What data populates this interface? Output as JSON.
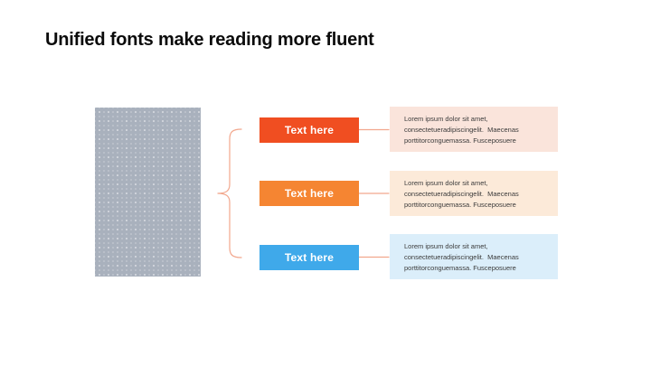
{
  "slide": {
    "title": "Unified fonts make reading more fluent"
  },
  "diagram": {
    "image_placeholder_color": "#a9b1bd",
    "connector_color": "#f2a78d",
    "items": [
      {
        "label": "Text here",
        "button_color": "#f04e21",
        "panel_color": "#fae4db",
        "description": "Lorem ipsum dolor sit amet, consectetueradipiscingelit.  Maecenas porttitorconguemassa. Fusceposuere"
      },
      {
        "label": "Text here",
        "button_color": "#f58532",
        "panel_color": "#fcead9",
        "description": "Lorem ipsum dolor sit amet, consectetueradipiscingelit.  Maecenas porttitorconguemassa. Fusceposuere"
      },
      {
        "label": "Text here",
        "button_color": "#3fa9ea",
        "panel_color": "#dbeefa",
        "description": "Lorem ipsum dolor sit amet, consectetueradipiscingelit.  Maecenas porttitorconguemassa. Fusceposuere"
      }
    ]
  }
}
